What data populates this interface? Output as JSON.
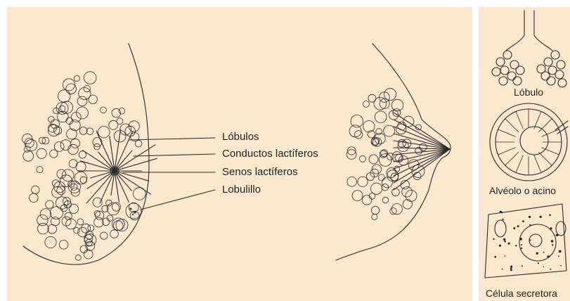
{
  "labels": {
    "lobulos": "Lóbulos",
    "conductos": "Conductos lactíferos",
    "senos": "Senos lactíferos",
    "lobulillo": "Lobulillo"
  },
  "side": {
    "lobulo": "Lóbulo",
    "alveolo": "Alvéolo o acino",
    "celula": "Célula secretora"
  },
  "colors": {
    "background": "#fbe8cf",
    "ink": "#2a2a2a"
  }
}
